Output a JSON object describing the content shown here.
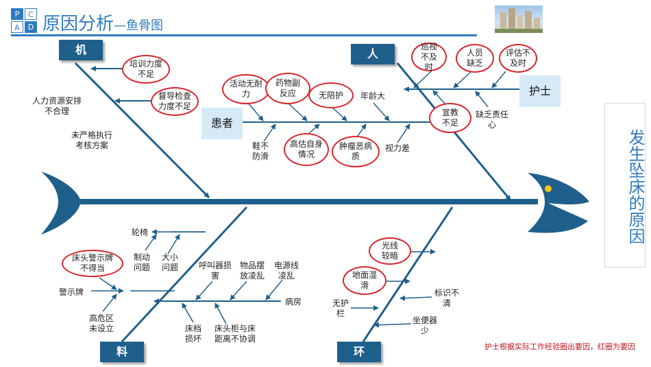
{
  "pdca": [
    "P",
    "C",
    "A",
    "D"
  ],
  "header": {
    "title": "原因分析",
    "subtitle": "—鱼骨图"
  },
  "effect": "发生坠床的原因",
  "categories": {
    "machine": "机",
    "person": "人",
    "material": "料",
    "environment": "环"
  },
  "groups": {
    "nurse": "护士",
    "patient": "患者"
  },
  "machine_causes": [
    "培训力度不足",
    "督导检查力度不足",
    "人力资源安排不合理",
    "未严格执行考核方案"
  ],
  "person_nurse_causes": [
    "巡视不及时",
    "人员缺乏",
    "评估不及时",
    "宣教不足",
    "缺乏责任心"
  ],
  "person_patient_causes": [
    "活动无耐力",
    "药物副反应",
    "无陪护",
    "年龄大",
    "鞋不防滑",
    "高估自身情况",
    "肿瘤恶病质",
    "视力差"
  ],
  "material_causes": [
    "轮椅",
    "制动问题",
    "大小问题",
    "床头警示牌不得当",
    "警示牌",
    "高危区未设立",
    "呼叫器损害",
    "物品摆放凌乱",
    "电源线凌乱",
    "病房",
    "床档损坏",
    "床头柜与床距离不协调"
  ],
  "environment_causes": [
    "光线较暗",
    "地面湿滑",
    "标识不清",
    "无护栏",
    "坐便器少"
  ],
  "footnote": "护士根据实际工作经验圈出要因，红圈为要因",
  "colors": {
    "bone": "#1f5f8b",
    "accent": "#2e7bbf",
    "highlight": "#d8242b",
    "group_bg": "#d6e9f7"
  }
}
